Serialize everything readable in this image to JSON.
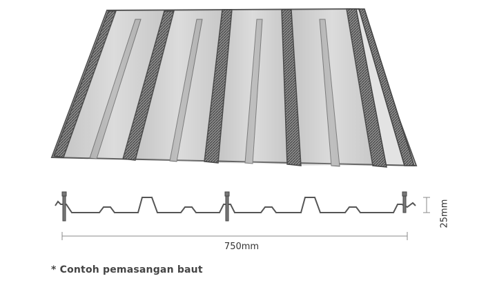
{
  "dimensions": {
    "width_label": "750mm",
    "height_label": "25mm"
  },
  "note": "* Contoh pemasangan baut"
}
